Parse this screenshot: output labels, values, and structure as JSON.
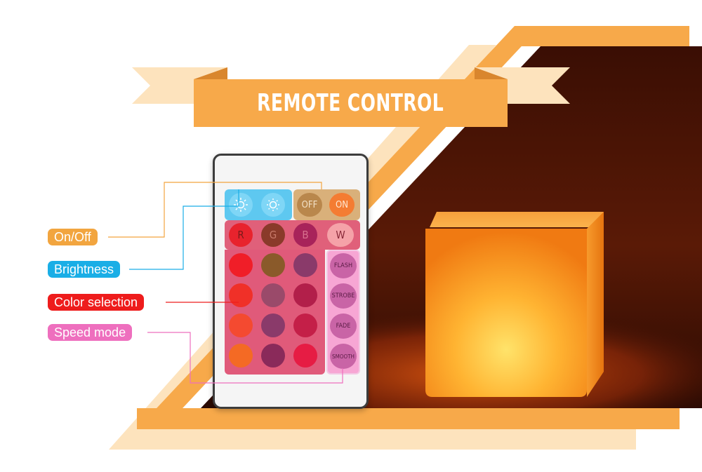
{
  "banner": {
    "title": "REMOTE CONTROL"
  },
  "labels": {
    "on_off": "On/Off",
    "brightness": "Brightness",
    "color_selection": "Color selection",
    "speed_mode": "Speed mode"
  },
  "remote": {
    "off": "OFF",
    "on": "ON",
    "r": "R",
    "g": "G",
    "b": "B",
    "w": "W",
    "flash": "FLASH",
    "strobe": "STROBE",
    "fade": "FADE",
    "smooth": "SMOOTH"
  },
  "colors": {
    "orange": "#f7a94a",
    "light_orange": "#fde3bd",
    "on_off": "#f2a53f",
    "brightness": "#1aaee6",
    "color_selection": "#ee1c1c",
    "speed_mode": "#ee6fbe"
  },
  "icons": [
    "brightness-up-icon",
    "brightness-down-icon"
  ]
}
